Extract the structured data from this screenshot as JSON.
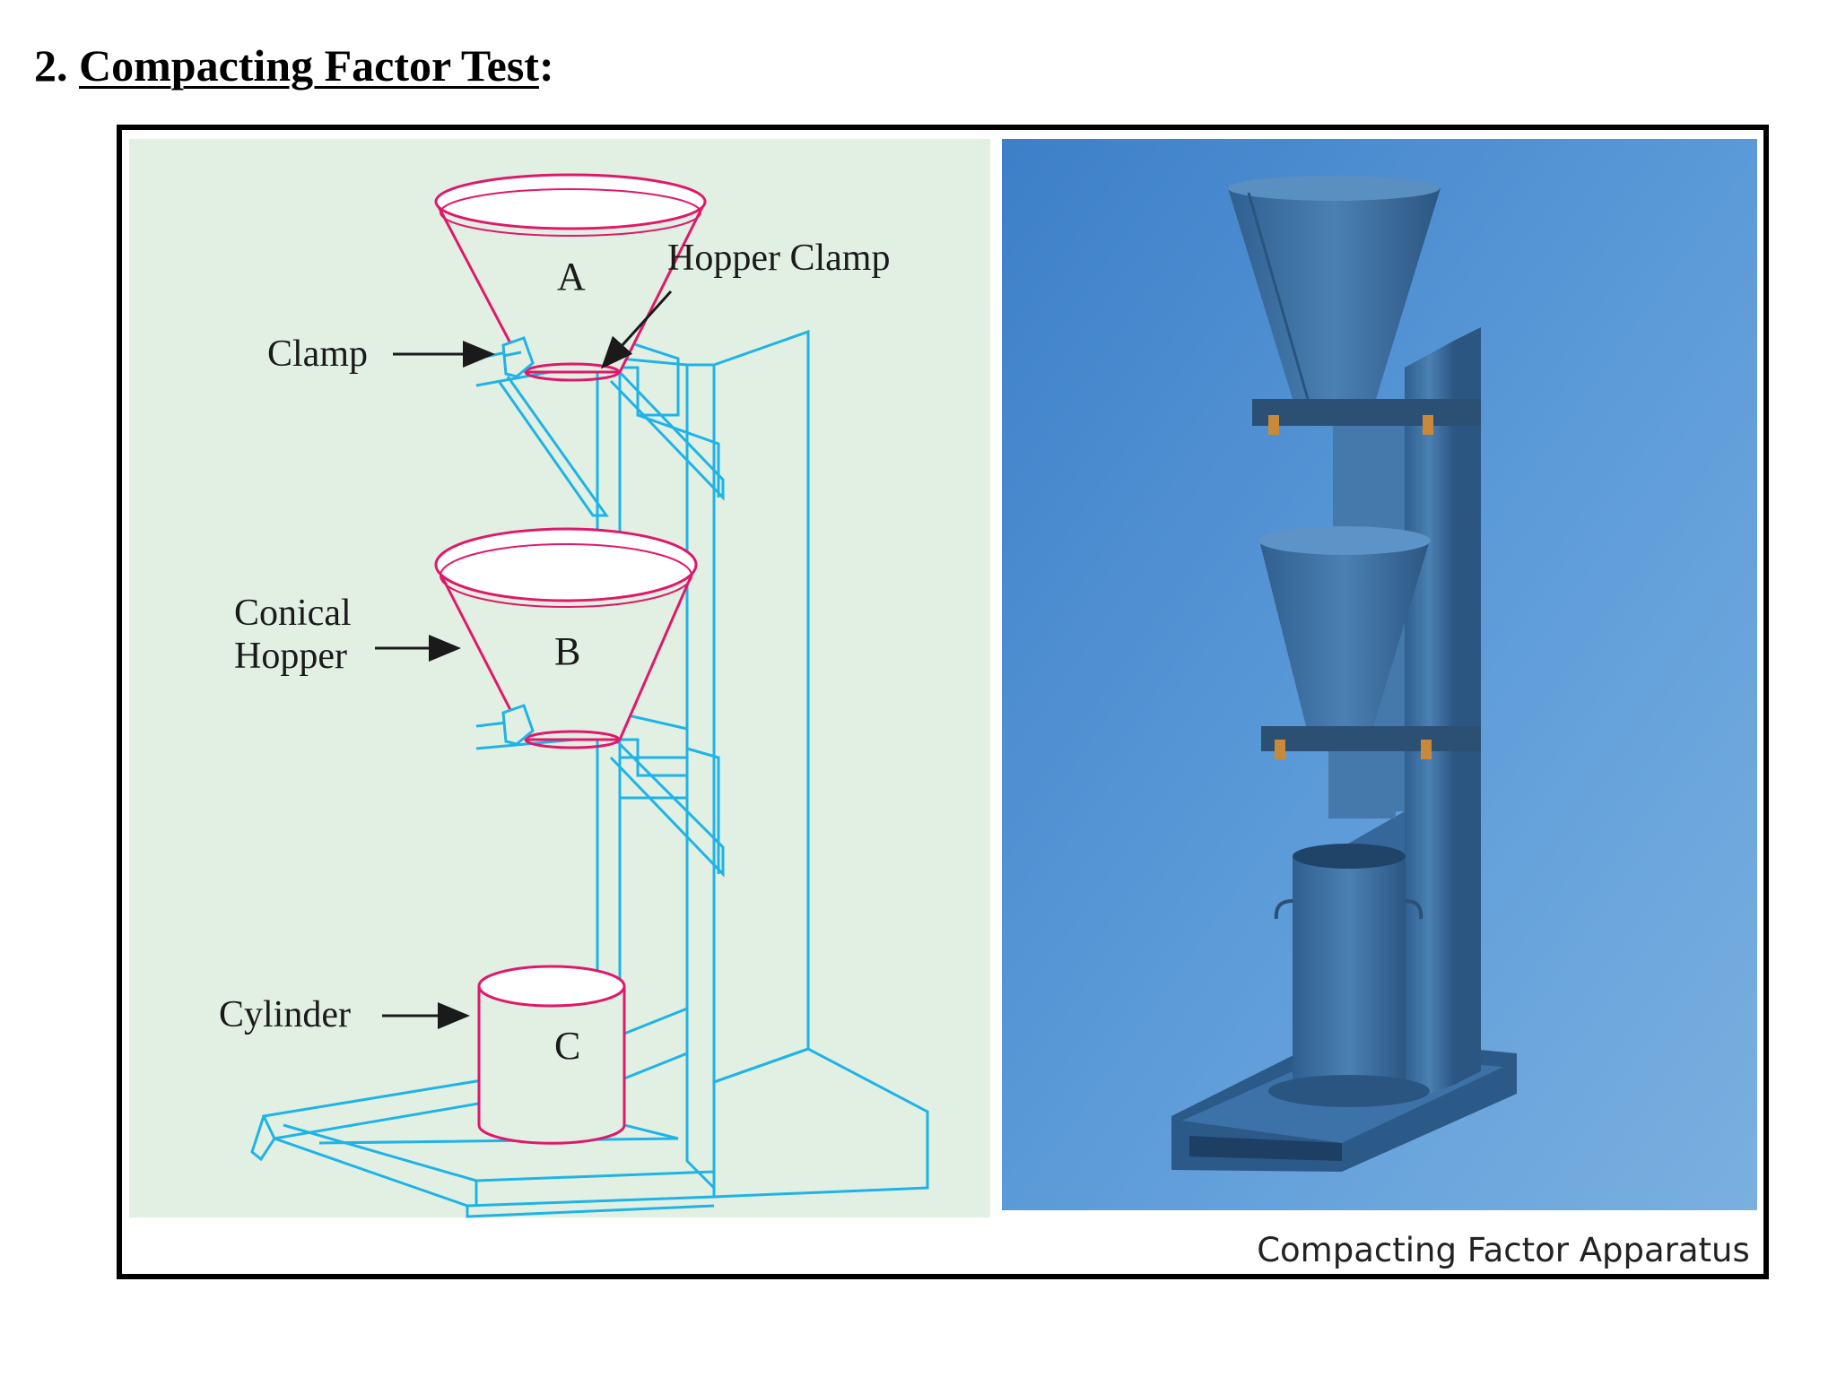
{
  "heading": {
    "number": "2.",
    "title": "Compacting Factor Test",
    "suffix": ":"
  },
  "diagram": {
    "labels": {
      "hopper_a": "A",
      "hopper_b": "B",
      "cylinder_c": "C",
      "clamp": "Clamp",
      "hopper_clamp": "Hopper Clamp",
      "conical_hopper_line1": "Conical",
      "conical_hopper_line2": "Hopper",
      "cylinder": "Cylinder"
    },
    "colors": {
      "background": "#e2f0e4",
      "frame_lines": "#1fb3e6",
      "vessel_lines": "#e0186a",
      "arrows": "#1a1a1a"
    }
  },
  "photo": {
    "caption": "Compacting Factor Apparatus",
    "colors": {
      "backdrop": "#4d8fd2",
      "apparatus": "#3a6fa3"
    }
  }
}
